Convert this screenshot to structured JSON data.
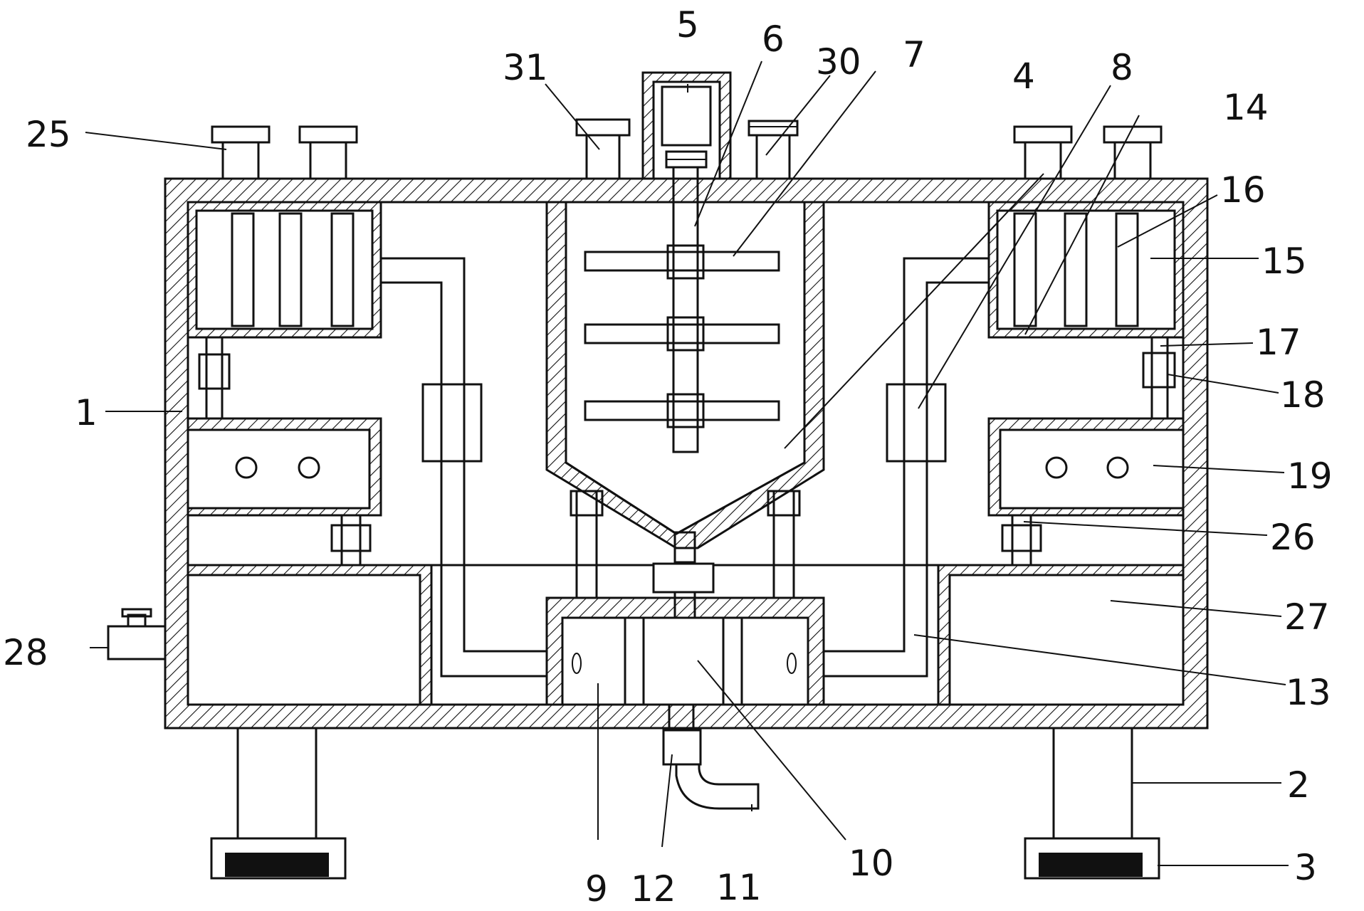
{
  "labels": {
    "l1": "1",
    "l2": "2",
    "l3": "3",
    "l4": "4",
    "l5": "5",
    "l6": "6",
    "l7": "7",
    "l8": "8",
    "l9": "9",
    "l10": "10",
    "l11": "11",
    "l12": "12",
    "l13": "13",
    "l14": "14",
    "l15": "15",
    "l16": "16",
    "l17": "17",
    "l18": "18",
    "l19": "19",
    "l25": "25",
    "l26": "26",
    "l27": "27",
    "l28": "28",
    "l30": "30",
    "l31": "31"
  }
}
